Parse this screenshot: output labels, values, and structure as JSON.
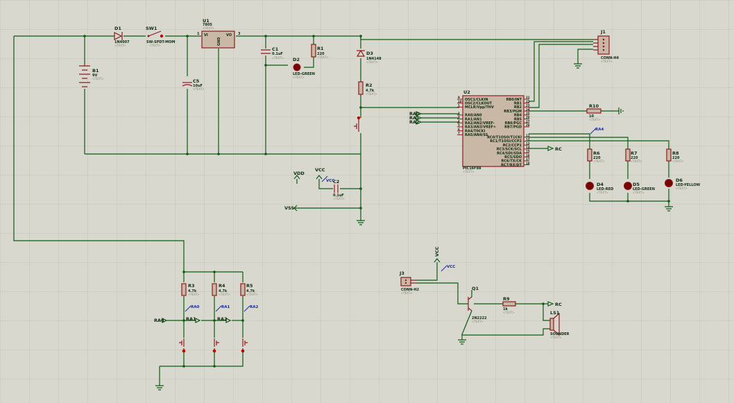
{
  "components": {
    "D1": {
      "ref": "D1",
      "value": "1N4007"
    },
    "SW1": {
      "ref": "SW1",
      "value": "SW-SPDT-MOM"
    },
    "U1": {
      "ref": "U1",
      "value": "7805",
      "pin_in": "VI",
      "pin_out": "VO",
      "pin_gnd": "GND",
      "pin1": "1",
      "pin3": "3"
    },
    "B1": {
      "ref": "B1",
      "value": "9V"
    },
    "C5": {
      "ref": "C5",
      "value": "10uF"
    },
    "C1": {
      "ref": "C1",
      "value": "0.1uF"
    },
    "D2": {
      "ref": "D2",
      "value": "LED-GREEN"
    },
    "R1": {
      "ref": "R1",
      "value": "220"
    },
    "D3": {
      "ref": "D3",
      "value": "1N4148"
    },
    "R2": {
      "ref": "R2",
      "value": "4.7k"
    },
    "C2": {
      "ref": "C2",
      "value": "0.1uF"
    },
    "J1": {
      "ref": "J1",
      "value": "CONN-H4"
    },
    "U2": {
      "ref": "U2",
      "value": "PIC16F88",
      "left_pins": [
        {
          "num": "9",
          "name": "OSC1/CLKIN"
        },
        {
          "num": "10",
          "name": "OSC2/CLKOUT"
        },
        {
          "num": "1",
          "name": "MCLR/Vpp/THV"
        },
        {
          "num": "2",
          "name": "RA0/AN0"
        },
        {
          "num": "3",
          "name": "RA1/AN1"
        },
        {
          "num": "4",
          "name": "RA2/AN2/VREF-"
        },
        {
          "num": "5",
          "name": "RA3/AN3/VREF+"
        },
        {
          "num": "6",
          "name": "RA4/T0CKI"
        },
        {
          "num": "7",
          "name": "RA5/AN4/SS"
        }
      ],
      "right_pins": [
        {
          "num": "21",
          "name": "RB0/INT"
        },
        {
          "num": "22",
          "name": "RB1"
        },
        {
          "num": "23",
          "name": "RB2"
        },
        {
          "num": "24",
          "name": "RB3/PGM"
        },
        {
          "num": "25",
          "name": "RB4"
        },
        {
          "num": "26",
          "name": "RB5"
        },
        {
          "num": "27",
          "name": "RB6/PGC"
        },
        {
          "num": "28",
          "name": "RB7/PGD"
        },
        {
          "num": "11",
          "name": "RC0/T1OSO/T1CKI"
        },
        {
          "num": "12",
          "name": "RC1/T1OSI/CCP2"
        },
        {
          "num": "13",
          "name": "RC2/CCP1"
        },
        {
          "num": "14",
          "name": "RC3/SCK/SCL"
        },
        {
          "num": "15",
          "name": "RC4/SDI/SDA"
        },
        {
          "num": "16",
          "name": "RC5/SDO"
        },
        {
          "num": "17",
          "name": "RC6/TX/CK"
        },
        {
          "num": "18",
          "name": "RC7/RX/DT"
        }
      ]
    },
    "R10": {
      "ref": "R10",
      "value": "10"
    },
    "R6": {
      "ref": "R6",
      "value": "220"
    },
    "R7": {
      "ref": "R7",
      "value": "220"
    },
    "R8": {
      "ref": "R8",
      "value": "220"
    },
    "D4": {
      "ref": "D4",
      "value": "LED-RED"
    },
    "D5": {
      "ref": "D5",
      "value": "LED-GREEN"
    },
    "D6": {
      "ref": "D6",
      "value": "LED-YELLOW"
    },
    "R3": {
      "ref": "R3",
      "value": "4.7k"
    },
    "R4": {
      "ref": "R4",
      "value": "4.7k"
    },
    "R5": {
      "ref": "R5",
      "value": "4.7k"
    },
    "J3": {
      "ref": "J3",
      "value": "CONN-H2"
    },
    "Q1": {
      "ref": "Q1",
      "value": "2N2222"
    },
    "R9": {
      "ref": "R9",
      "value": "1k"
    },
    "LS1": {
      "ref": "LS1",
      "value": "SOUNDER"
    }
  },
  "placeholder_text": "<TEXT>",
  "terminals": {
    "vdd": "VDD",
    "vcc": "VCC",
    "vss": "VSS",
    "rc": "RC",
    "ra0": "RA0",
    "ra1": "RA1",
    "ra2": "RA2"
  },
  "probes": {
    "vcc1": "VCC",
    "vcc2": "VCC",
    "ra4": "RA4",
    "ra0": "RA0",
    "ra1": "RA1",
    "ra2": "RA2"
  },
  "colors": {
    "background": "#d9d8cf",
    "grid": "#c4c3ba",
    "wire": "#0d5a12",
    "component": "#8b1d1d",
    "probe": "#1a2aa0",
    "led_body": "#7a0000"
  }
}
